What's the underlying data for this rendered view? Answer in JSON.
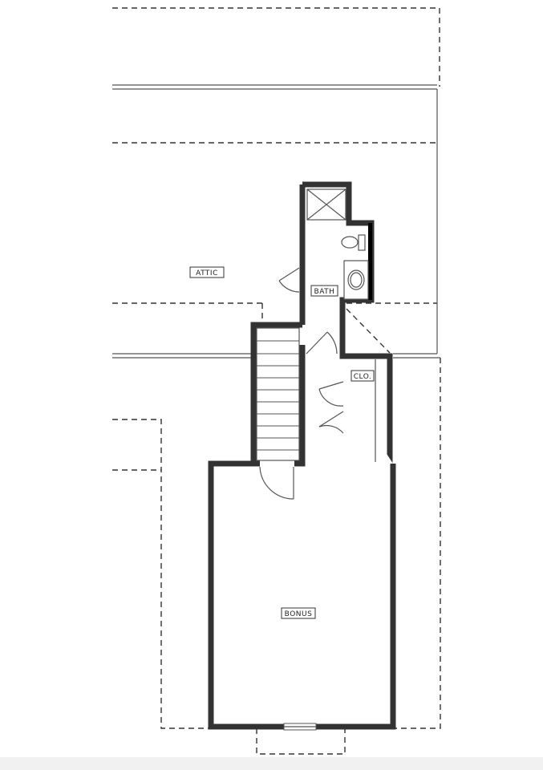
{
  "rooms": {
    "attic": "ATTIC",
    "bath": "BATH",
    "closet": "CLO.",
    "bonus": "BONUS"
  },
  "colors": {
    "wall": "#333333",
    "dash": "#333333",
    "background": "#ffffff"
  }
}
